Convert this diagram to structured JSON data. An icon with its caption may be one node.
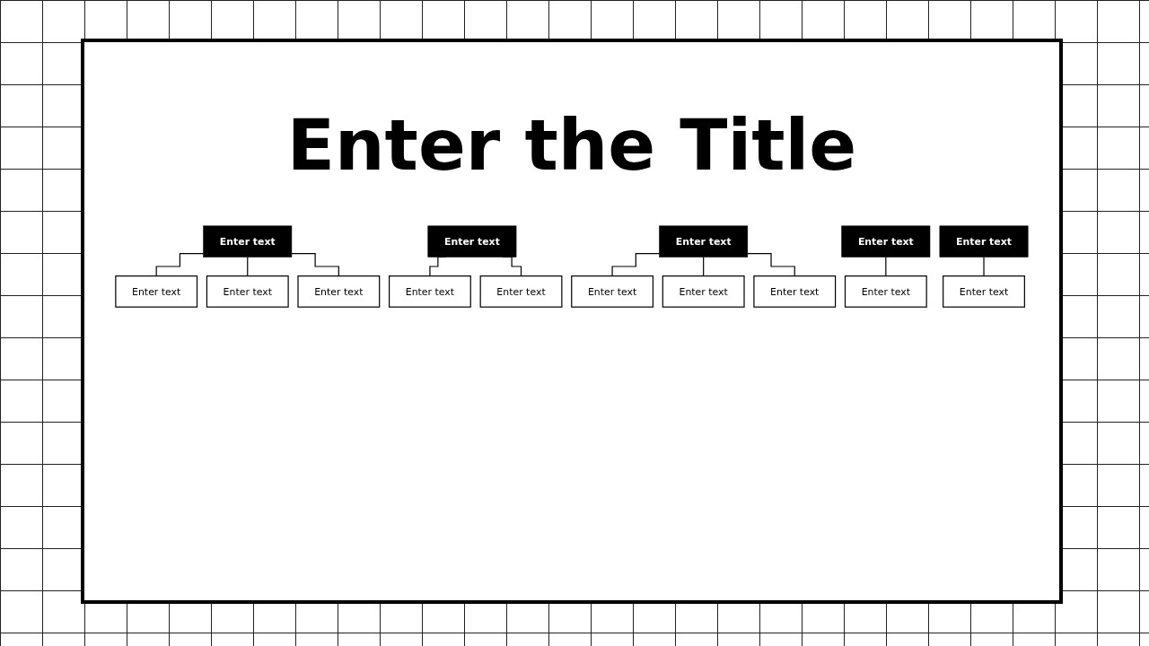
{
  "diagram": {
    "title": "Enter the Title",
    "nodes": [
      {
        "text": [
          "Enter text"
        ]
      },
      {
        "text": [
          "Enter text"
        ]
      },
      {
        "text": [
          "Enter text"
        ]
      },
      {
        "text": [
          "Enter text"
        ]
      },
      {
        "text": [
          "Enter text"
        ]
      },
      {
        "text": [
          "Enter text"
        ]
      },
      {
        "text": [
          "Enter text"
        ]
      },
      {
        "text": [
          "Enter text"
        ]
      },
      {
        "text": [
          "Enter text"
        ]
      },
      {
        "text": [
          "Enter text"
        ]
      },
      {
        "text": [
          "Enter text"
        ]
      },
      {
        "text": [
          "Enter text"
        ]
      },
      {
        "text": [
          "Enter text"
        ]
      },
      {
        "text": [
          "Enter text"
        ]
      },
      {
        "text": [
          "Enter text"
        ]
      }
    ],
    "edges": [
      {
        "from": 0,
        "to": 1,
        "arrow": "none"
      },
      {
        "from": 0,
        "to": 2,
        "arrow": "none"
      },
      {
        "from": 0,
        "to": 3,
        "arrow": "none"
      },
      {
        "from": 4,
        "to": 5,
        "arrow": "none"
      },
      {
        "from": 4,
        "to": 6,
        "arrow": "none"
      },
      {
        "from": 7,
        "to": 8,
        "arrow": "none"
      },
      {
        "from": 7,
        "to": 9,
        "arrow": "none"
      },
      {
        "from": 7,
        "to": 10,
        "arrow": "none"
      },
      {
        "from": 11,
        "to": 12,
        "arrow": "none"
      },
      {
        "from": 13,
        "to": 14,
        "arrow": "none"
      }
    ]
  }
}
